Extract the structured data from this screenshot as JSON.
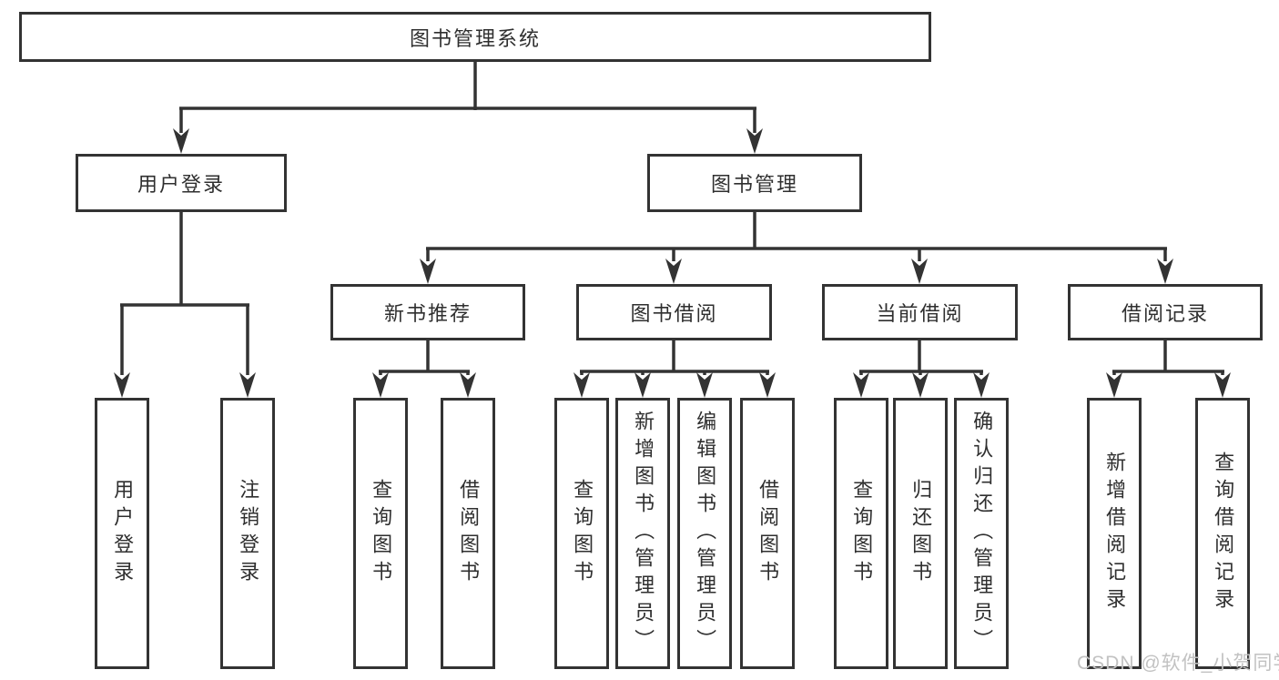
{
  "tree": {
    "root": {
      "label": "图书管理系统"
    },
    "branches": [
      {
        "label": "用户登录",
        "children": [
          {
            "label": "用户登录"
          },
          {
            "label": "注销登录"
          }
        ]
      },
      {
        "label": "图书管理",
        "children": [
          {
            "label": "新书推荐",
            "children": [
              {
                "label": "查询图书"
              },
              {
                "label": "借阅图书"
              }
            ]
          },
          {
            "label": "图书借阅",
            "children": [
              {
                "label": "查询图书"
              },
              {
                "label": "新增图书（管理员）"
              },
              {
                "label": "编辑图书（管理员）"
              },
              {
                "label": "借阅图书"
              }
            ]
          },
          {
            "label": "当前借阅",
            "children": [
              {
                "label": "查询图书"
              },
              {
                "label": "归还图书"
              },
              {
                "label": "确认归还（管理员）"
              }
            ]
          },
          {
            "label": "借阅记录",
            "children": [
              {
                "label": "新增借阅记录"
              },
              {
                "label": "查询借阅记录"
              }
            ]
          }
        ]
      }
    ]
  },
  "watermark": {
    "text": "CSDN @软件_小贺同学"
  },
  "colors": {
    "line": "#333333",
    "box_border": "#333333",
    "text": "#2f2f2f",
    "watermark": "#c2c2c2",
    "background": "#ffffff"
  }
}
